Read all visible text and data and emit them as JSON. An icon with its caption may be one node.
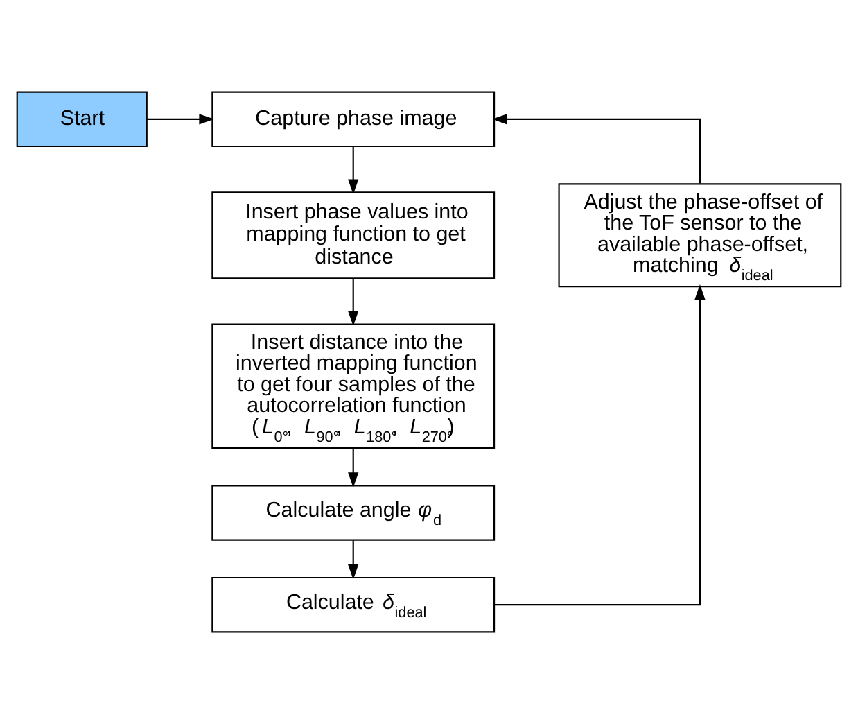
{
  "diagram": {
    "nodes": [
      {
        "text": [
          "Start"
        ]
      },
      {
        "text": [
          "Capture phase image"
        ]
      },
      {
        "text": [
          "Insert phase values into mapping function to get distance"
        ]
      },
      {
        "text": [
          "Insert distance into the inverted mapping function to get four samples of the autocorrelation function (*L*$_{0°}$, *L*$_{90°}$, *L*$_{180°}$, *L*$_{270°}$)"
        ]
      },
      {
        "text": [
          "Calculate angle *φ*$_{d}$"
        ]
      },
      {
        "text": [
          "Calculate *δ*$_{ideal}$"
        ]
      },
      {
        "text": [
          "Adjust the phase-offset of the ToF sensor to the available phase-offset, matching *δ*$_{ideal}$"
        ]
      }
    ],
    "edges": [
      {
        "from": 0,
        "to": 1,
        "arrow": "to"
      },
      {
        "from": 1,
        "to": 2,
        "arrow": "to"
      },
      {
        "from": 2,
        "to": 3,
        "arrow": "to"
      },
      {
        "from": 3,
        "to": 4,
        "arrow": "to"
      },
      {
        "from": 4,
        "to": 5,
        "arrow": "to"
      },
      {
        "from": 5,
        "to": 6,
        "arrow": "to"
      },
      {
        "from": 6,
        "to": 1,
        "arrow": "to"
      }
    ]
  }
}
